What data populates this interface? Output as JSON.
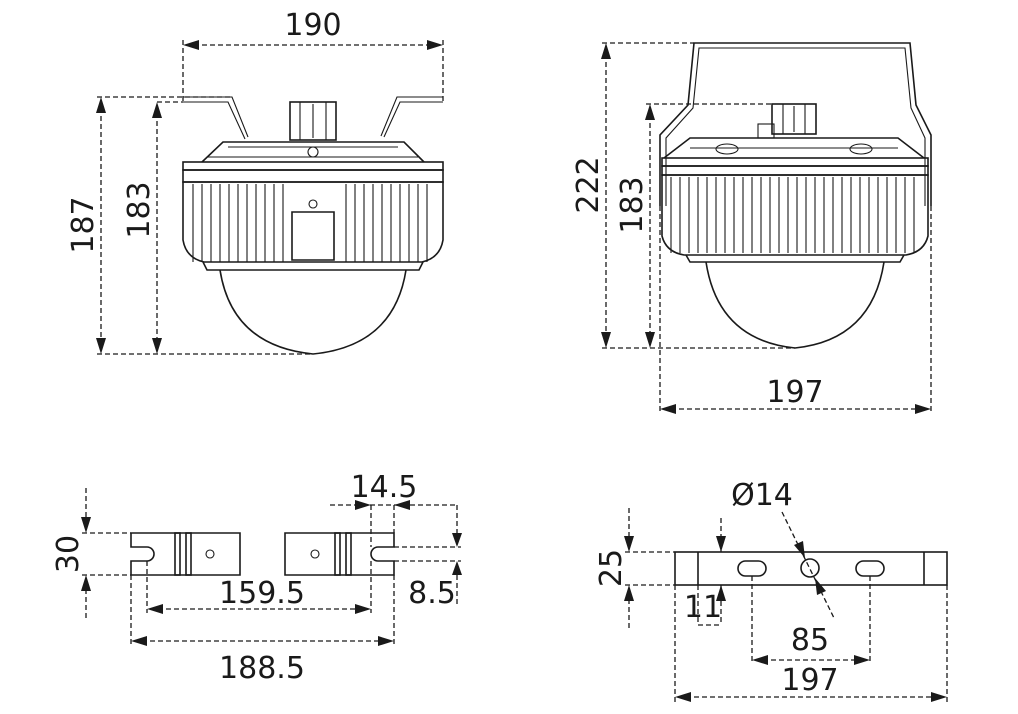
{
  "diagram": {
    "front_view": {
      "width_label": "190",
      "overall_height_label": "187",
      "body_height_label": "183"
    },
    "side_view": {
      "overall_height_label": "222",
      "body_height_label": "183",
      "width_label": "197"
    },
    "bracket_plan": {
      "height_label": "30",
      "slot_offset_label": "14.5",
      "slot_width_label": "8.5",
      "slot_span_label": "159.5",
      "overall_length_label": "188.5"
    },
    "bracket_side": {
      "height_label": "25",
      "hole_diameter_label": "Ø14",
      "end_offset_label": "11",
      "hole_spacing_label": "85",
      "overall_length_label": "197"
    }
  }
}
